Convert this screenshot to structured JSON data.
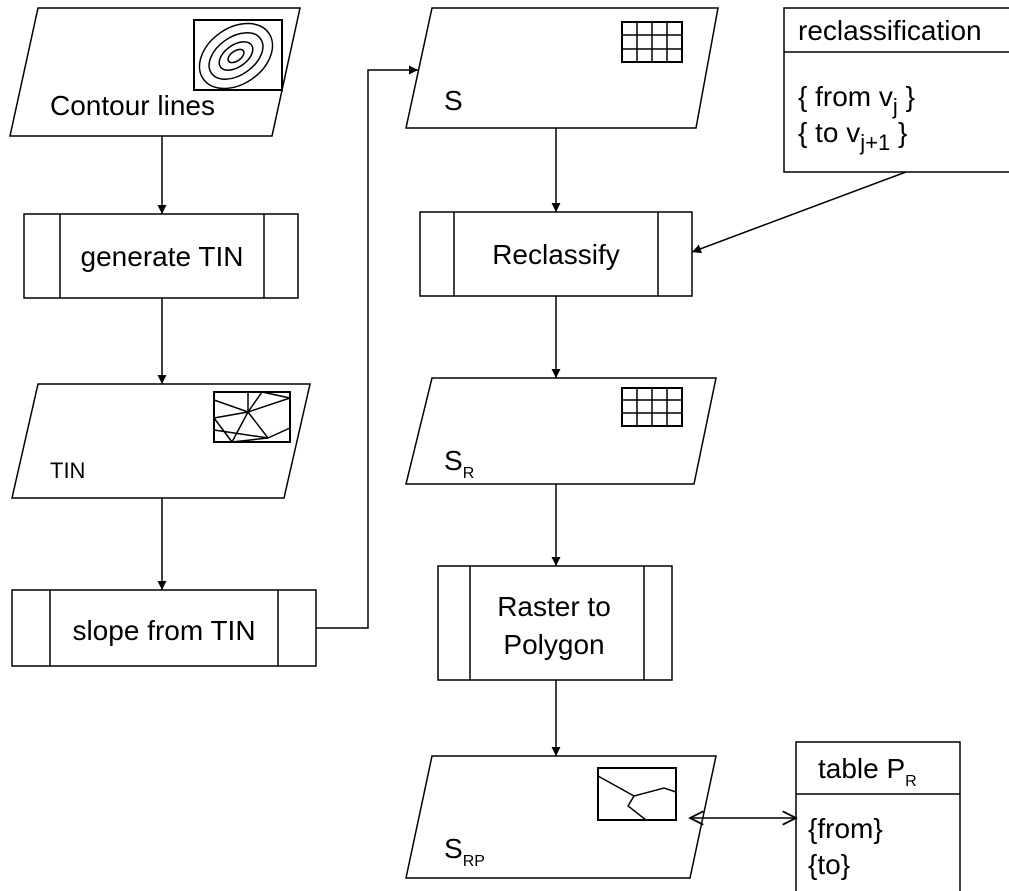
{
  "nodes": {
    "contour_lines": "Contour lines",
    "generate_tin": "generate TIN",
    "tin": "TIN",
    "slope_from_tin": "slope from TIN",
    "s": "S",
    "reclassify": "Reclassify",
    "s_r": {
      "base": "S",
      "sub": "R"
    },
    "raster_to_polygon": {
      "line1": "Raster to",
      "line2": "Polygon"
    },
    "s_rp": {
      "base": "S",
      "sub": "RP"
    }
  },
  "reclassification_box": {
    "header": "reclassification",
    "line1": {
      "pre": "{ from v",
      "sub": "j",
      "post": " }"
    },
    "line2": {
      "pre": "{ to v",
      "sub": "j+1",
      "post": " }"
    }
  },
  "table_box": {
    "header": {
      "base": "table P",
      "sub": "R"
    },
    "line1": "{from}",
    "line2": "{to}"
  },
  "icons": {
    "contour": "contour-map-icon",
    "raster": "raster-grid-icon",
    "tin": "tin-mesh-icon",
    "polygon": "polygon-map-icon"
  }
}
